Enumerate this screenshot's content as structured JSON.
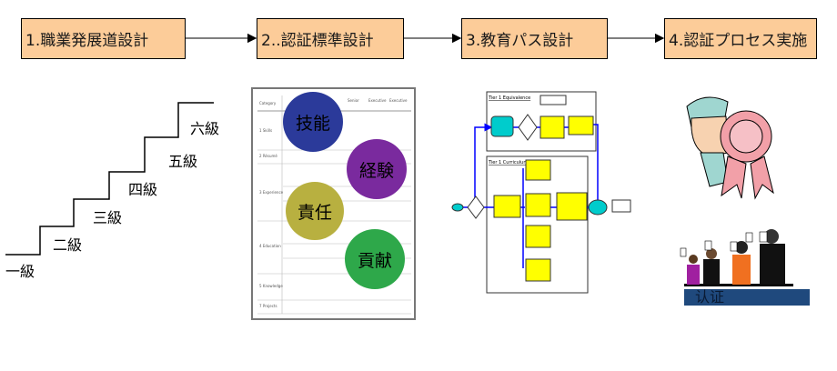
{
  "process_steps": [
    {
      "label": "1.職業発展道設計"
    },
    {
      "label": "2..認証標準設計"
    },
    {
      "label": "3.教育パス設計"
    },
    {
      "label": "4.認証プロセス実施"
    }
  ],
  "career_levels": [
    "一級",
    "二級",
    "三級",
    "四級",
    "五級",
    "六級"
  ],
  "certification_criteria": [
    "技能",
    "経験",
    "責任",
    "貢献"
  ],
  "criteria_colors": {
    "skill": "#2b3a9a",
    "experience": "#7a2a9e",
    "responsibility": "#b8b040",
    "contribution": "#2ea84a"
  },
  "flowchart": {
    "section_equivalence": "Tier 1 Equivalence",
    "section_curriculum": "Tier 1 Curriculum"
  },
  "certification_label": "认证",
  "colors": {
    "step_fill": "#fccc99",
    "badge_fill": "#1f497d"
  }
}
